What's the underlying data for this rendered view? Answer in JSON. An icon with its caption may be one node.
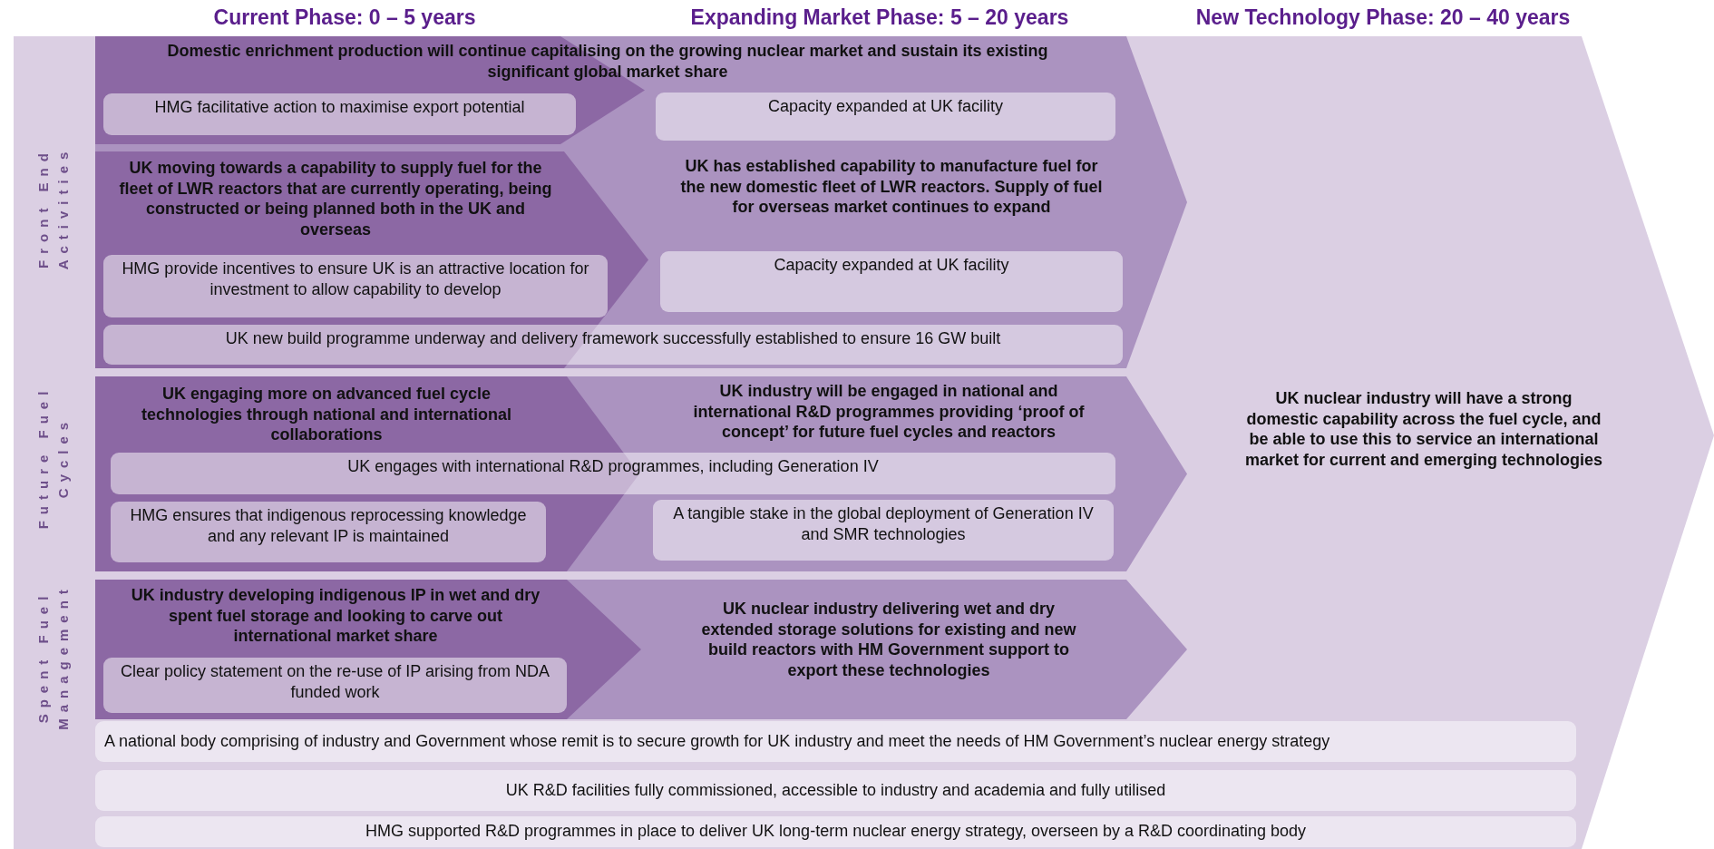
{
  "diagram": {
    "nodes": [
      {
        "text": [
          "UK nuclear industry will have a strong domestic capability across the fuel cycle, and be able to use this to service an international market for current and emerging technologies"
        ]
      },
      {
        "text": [
          "Domestic enrichment production will continue capitalising on the growing nuclear market and sustain its existing significant global market share",
          "UK has established capability to manufacture fuel for the new domestic fleet of LWR reactors. Supply of fuel for overseas market continues to expand"
        ],
        "in": 0
      },
      {
        "text": [],
        "shape": "chevron",
        "in": 1
      },
      {
        "text": [
          "HMG facilitative action to maximise export potential"
        ],
        "in": 2
      },
      {
        "text": [
          "Capacity expanded at UK facility"
        ],
        "in": 1
      },
      {
        "text": [
          "UK moving towards a capability to supply fuel for the fleet of LWR reactors that are currently operating, being constructed or being planned both in the UK and overseas"
        ],
        "in": 1
      },
      {
        "text": [
          "HMG provide incentives to ensure UK is an attractive location for investment to allow capability to develop"
        ],
        "in": 5
      },
      {
        "text": [
          "Capacity expanded at UK facility"
        ],
        "in": 1
      },
      {
        "text": [
          "UK new build programme underway and delivery framework successfully established to ensure 16 GW built"
        ],
        "in": 1
      },
      {
        "text": [
          "UK industry will be engaged in national and international R&D programmes providing ‘proof of concept’ for future fuel cycles and reactors"
        ],
        "in": 0
      },
      {
        "text": [
          "UK engaging more on advanced fuel cycle technologies through national and international collaborations"
        ],
        "in": 9
      },
      {
        "text": [
          "UK engages with international R&D programmes, including Generation IV"
        ],
        "in": 9
      },
      {
        "text": [
          "HMG ensures that indigenous reprocessing knowledge and any relevant IP is maintained"
        ],
        "in": 10
      },
      {
        "text": [
          "A tangible stake in the global deployment of Generation IV and SMR technologies"
        ],
        "in": 9
      },
      {
        "text": [
          "UK nuclear industry delivering wet and dry extended storage solutions for existing and new build reactors with HM Government support to export these technologies"
        ],
        "in": 0
      },
      {
        "text": [
          "UK industry developing indigenous IP in wet and dry spent fuel storage and looking to carve out international market share"
        ],
        "in": 14
      },
      {
        "text": [
          "Clear policy statement on the re-use of IP arising from NDA funded work"
        ],
        "in": 15
      },
      {
        "text": [
          "A national body comprising of industry and Government whose remit is to secure growth for UK industry and meet the needs of HM Government’s nuclear energy strategy"
        ],
        "in": 0
      },
      {
        "text": [
          "UK R&D facilities fully commissioned, accessible to industry and academia and fully utilised"
        ],
        "in": 0
      },
      {
        "text": [
          "HMG supported R&D programmes in place to deliver UK long-term nuclear energy strategy, overseen by a R&D coordinating body"
        ],
        "in": 0
      }
    ],
    "labels": [
      "Current Phase: 0 – 5 years",
      "Expanding Market Phase: 5 – 20 years",
      "New Technology Phase: 20 – 40 years",
      "Front End Activities",
      "Future Fuel Cycles",
      "Spent Fuel Management"
    ]
  }
}
